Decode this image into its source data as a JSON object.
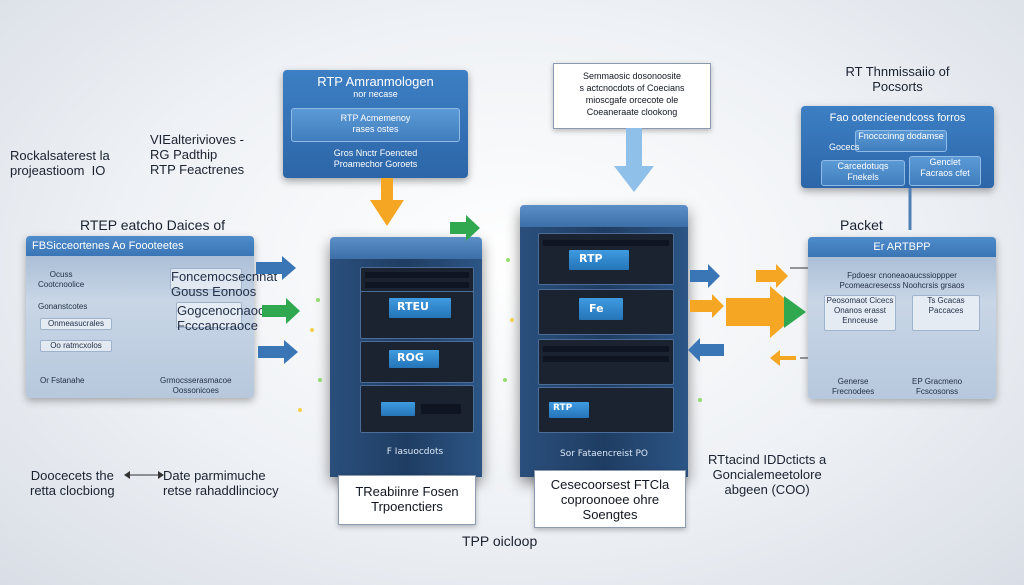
{
  "top_center_panel": {
    "title": "RTP Amranmologen",
    "subtitle": "nor necase",
    "inner_title": "RTP  Acmemenoy",
    "inner_sub": "rases ostes",
    "footer": "Gros Nnctr Foencted\nProamechor Goroets"
  },
  "top_note_box": {
    "text": "Semmaosic dosonoosite\ns actcnocdots of Coecians\nmioscgafe orcecote ole\nCoeaneraate clookong"
  },
  "top_right": {
    "title": "RT Thnmissaiio of\nPocsorts",
    "panel_header": "Fao  ootencieendcoss forros",
    "cells": [
      "Fnocccinng dodamse",
      "Gocecs",
      "Carcedotuqs\nFnekels",
      "Genclet\nFacraos cfet"
    ]
  },
  "left_labels": {
    "video_services": "VIEalterivioves -\nRG Padthip\nRTP Feactrenes",
    "reassembly": "Rockalsaterest la\nprojeastioom  IO",
    "devices_title": "RTEP eatcho Daices of"
  },
  "left_panel": {
    "header": "FBSicceortenes Ao Foooteetes",
    "left_items": [
      "Ocuss\nCootcnoolice",
      "Gonanstcotes",
      "Onmeasucrales",
      "Oo ratmcxolos",
      "Or Fstanahe"
    ],
    "right_items": [
      "Foncemocsecnnat\nGouss Eonoos",
      "Gogcenocnaoces\nFcccancraoce",
      "Grmocsserasmacoe\nOossonicoes"
    ]
  },
  "bottom_left": {
    "devices": "Doocecets the\nretta clocbiong",
    "date": "Date parmimuche\nretse rahaddlinciocy"
  },
  "servers": [
    {
      "base": "F Iasuocdots",
      "caption": "TReabiinre Fosen\nTrpoenctiers",
      "screens": [
        "RTEU",
        "ROG",
        ""
      ]
    },
    {
      "base": "Sor Fataencreist PO",
      "caption": "Cesecoorsest FTCla\ncoproonoee ohre\nSoengtes",
      "screens": [
        "RTP",
        "Fe",
        "RTP"
      ]
    }
  ],
  "bottom_center": "TPP oicloop",
  "right_side": {
    "packet": "Packet",
    "bottom_label": "RTtacind IDDcticts a\nGoncialemeetolore\nabgeen (COO)"
  },
  "right_panel": {
    "header": "Er ARTBPP",
    "title": "Fpdoesr cnoneaoaucssioppper\nPcomeacresecss Noohcrsis grsaos",
    "cells": [
      "Peosomaot Cicecs\nOnanos erasst\nEnnceuse",
      "Ts Gcacas\nPaccaces"
    ],
    "left_footer": "Generse\nFrecnodees",
    "right_footer": "EP Gracmeno\nFcscosonss"
  },
  "colors": {
    "accent": "#3a75b5",
    "arrow_orange": "#f5a623",
    "arrow_green": "#2fa84f"
  }
}
